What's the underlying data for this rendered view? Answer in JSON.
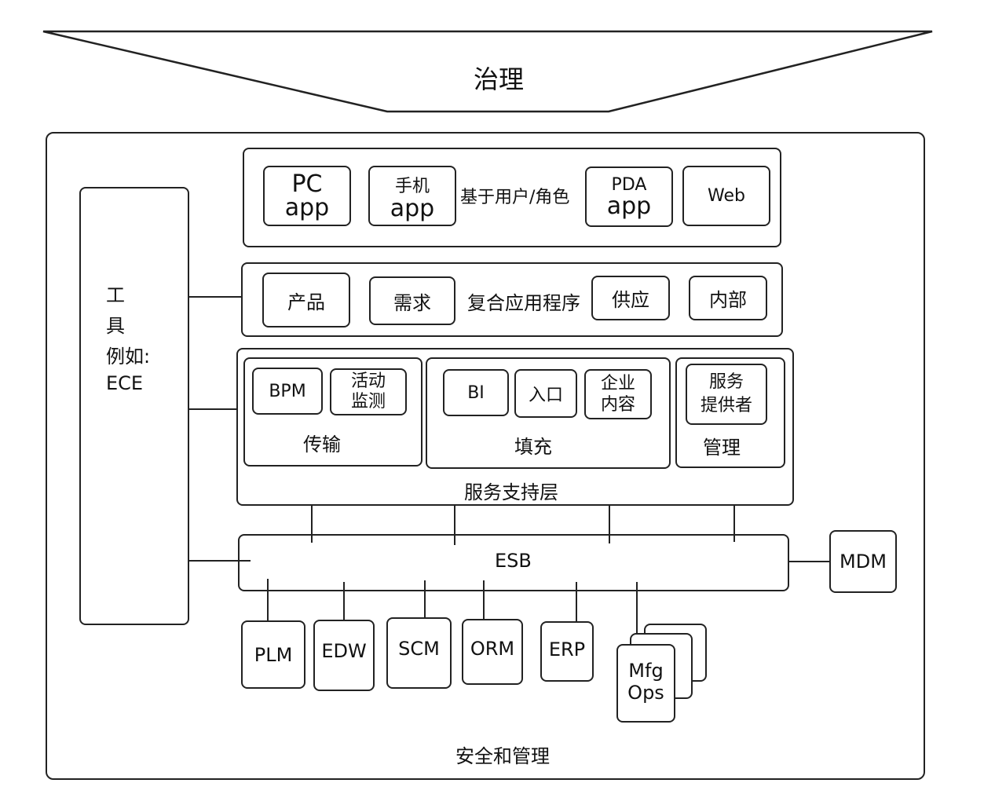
{
  "governance": {
    "label": "治理"
  },
  "frame": {
    "bottom_label": "安全和管理"
  },
  "tools": {
    "lines": [
      "工",
      "具",
      "例如:",
      "ECE"
    ]
  },
  "user_layer": {
    "label": "基于用户/角色",
    "items": [
      {
        "line1": "PC",
        "line2": "app"
      },
      {
        "line1": "手机",
        "line2": "app"
      },
      {
        "line1": "PDA",
        "line2": "app"
      },
      {
        "line1": "Web",
        "line2": ""
      }
    ]
  },
  "composite_layer": {
    "label": "复合应用程序",
    "items": [
      "产品",
      "需求",
      "供应",
      "内部"
    ]
  },
  "service_layer": {
    "label": "服务支持层",
    "transport": {
      "label": "传输",
      "items": [
        "BPM",
        "活动\n监测"
      ]
    },
    "fill": {
      "label": "填充",
      "items": [
        "BI",
        "入口",
        "企业\n内容"
      ]
    },
    "management": {
      "label": "管理",
      "items": [
        "服务\n提供者"
      ]
    }
  },
  "esb": {
    "label": "ESB"
  },
  "mdm": {
    "label": "MDM"
  },
  "backend": {
    "items": [
      "PLM",
      "EDW",
      "SCM",
      "ORM",
      "ERP"
    ],
    "mfg": {
      "line1": "Mfg",
      "line2": "Ops"
    }
  }
}
